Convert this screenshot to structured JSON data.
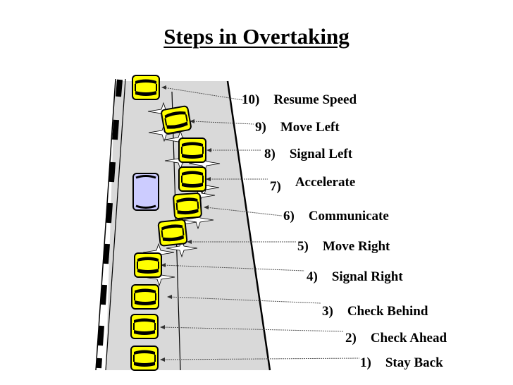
{
  "title": "Steps in Overtaking",
  "colors": {
    "road": "#d9d9d9",
    "car_yellow": "#ffff00",
    "car_blue": "#ccccff",
    "line": "#000000"
  },
  "steps": [
    {
      "num": "1)",
      "label": "Stay Back"
    },
    {
      "num": "2)",
      "label": "Check Ahead"
    },
    {
      "num": "3)",
      "label": "Check Behind"
    },
    {
      "num": "4)",
      "label": "Signal Right"
    },
    {
      "num": "5)",
      "label": "Move Right"
    },
    {
      "num": "6)",
      "label": "Communicate"
    },
    {
      "num": "7)",
      "label": "Accelerate"
    },
    {
      "num": "8)",
      "label": "Signal Left"
    },
    {
      "num": "9)",
      "label": "Move Left"
    },
    {
      "num": "10)",
      "label": "Resume Speed"
    }
  ]
}
